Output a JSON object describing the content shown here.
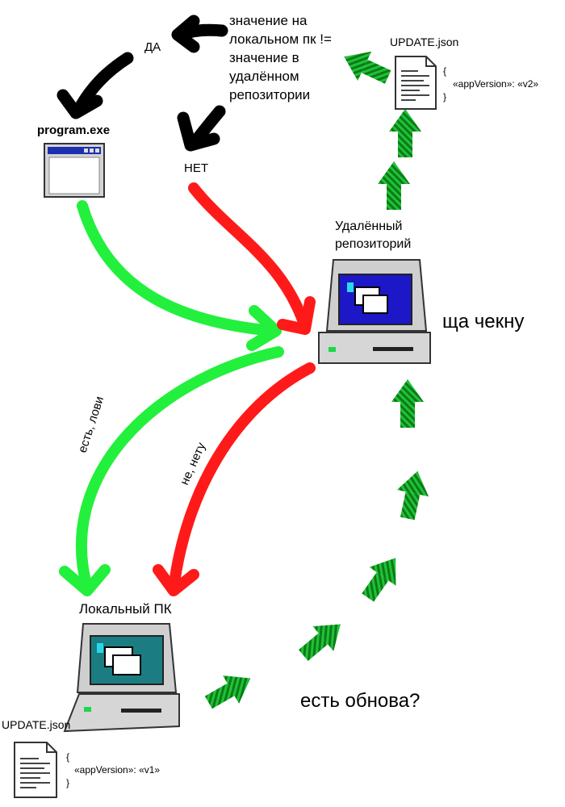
{
  "labels": {
    "yes": "ДА",
    "no": "НЕТ",
    "condition_lines": [
      "значение на",
      "локальном пк !=",
      "значение в",
      "удалённом",
      "репозитории"
    ],
    "program": "program.exe",
    "remote_lines": [
      "Удалённый",
      "репозиторий"
    ],
    "local": "Локальный ПК",
    "check": "ща чекну",
    "has_update": "есть обнова?",
    "catch": "есть, лови",
    "none": "не, нету"
  },
  "remote_file": {
    "name": "UPDATE.json",
    "lines": [
      "{",
      "«appVersion»: «v2»",
      "}"
    ]
  },
  "local_file": {
    "name": "UPDATE.json",
    "lines": [
      "{",
      "«appVersion»: «v1»",
      "}"
    ]
  },
  "colors": {
    "green": "#22f03c",
    "red": "#ff1a1a",
    "dark_green": "#0f8a1f",
    "black": "#000000",
    "screen_blue": "#1c18c8",
    "screen_teal": "#1b7d82",
    "computer_gray": "#c8c8c8"
  }
}
